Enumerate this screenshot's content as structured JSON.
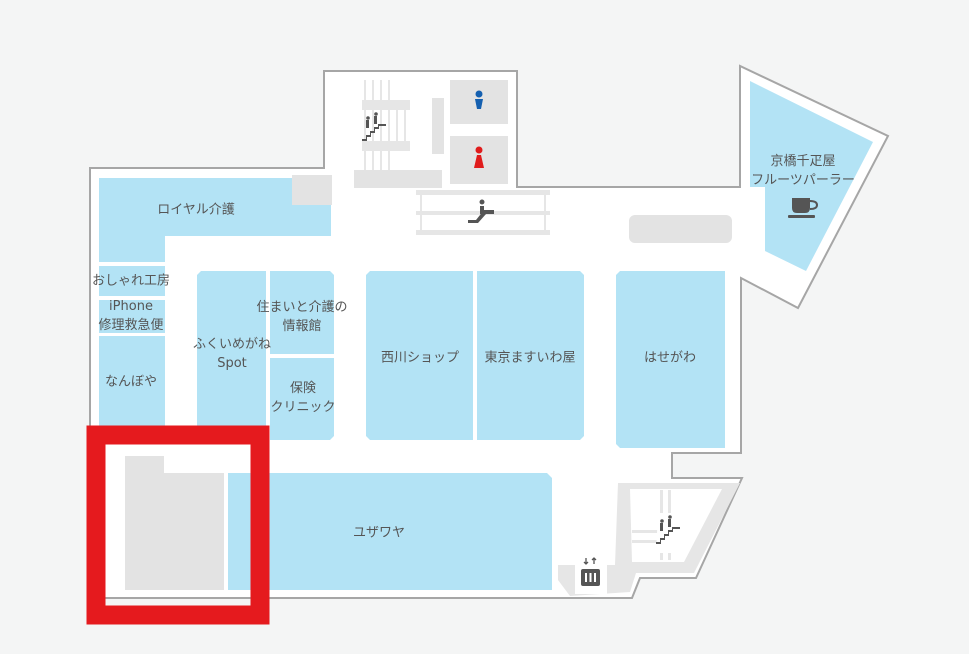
{
  "map": {
    "colors": {
      "background": "#f4f5f5",
      "floor": "#ffffff",
      "wall": "#a6a6a6",
      "shop": "#b3e3f5",
      "facility": "#e3e3e3",
      "icon": "#555555",
      "mens": "#1560b0",
      "womens": "#e01c1c",
      "highlight": "#e51a1e"
    },
    "shops": [
      {
        "id": "royal-kaigo",
        "label": "ロイヤル介護"
      },
      {
        "id": "oshare-kobo",
        "label": "おしゃれ工房"
      },
      {
        "id": "iphone-repair",
        "line1": "iPhone",
        "line2": "修理救急便"
      },
      {
        "id": "nanboya",
        "label": "なんぼや"
      },
      {
        "id": "fukui-megane",
        "line1": "ふくいめがね",
        "line2": "Spot"
      },
      {
        "id": "sumai-kaigo",
        "line1": "住まいと介護の",
        "line2": "情報館"
      },
      {
        "id": "hoken-clinic",
        "line1": "保険",
        "line2": "クリニック"
      },
      {
        "id": "nishikawa",
        "label": "西川ショップ"
      },
      {
        "id": "tokyo-masuiwaya",
        "label": "東京ますいわ屋"
      },
      {
        "id": "hasegawa",
        "label": "はせがわ"
      },
      {
        "id": "yuzawaya",
        "label": "ユザワヤ"
      },
      {
        "id": "senbikiya",
        "line1": "京橋千疋屋",
        "line2": "フルーツパーラー"
      }
    ],
    "facilities": {
      "mens_restroom": "mens-restroom-icon",
      "womens_restroom": "womens-restroom-icon",
      "escalator": "escalator-icon",
      "stairs_top": "stairs-icon",
      "stairs_right": "stairs-icon",
      "elevator": "elevator-icon",
      "cafe": "coffee-cup-icon"
    },
    "highlight": {
      "label": "selected-area"
    }
  }
}
